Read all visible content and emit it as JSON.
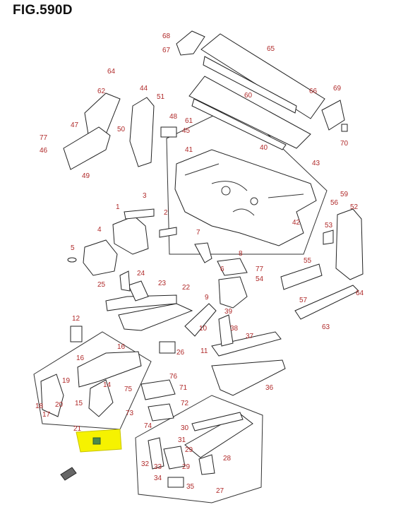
{
  "title": "FIG.590D",
  "colors": {
    "label": "#b02a2a",
    "highlight": "#f6f200",
    "line": "#222222"
  },
  "labels": {
    "n1": "1",
    "n2": "2",
    "n3": "3",
    "n4": "4",
    "n5": "5",
    "n6": "6",
    "n7": "7",
    "n8": "8",
    "n9": "9",
    "n10": "10",
    "n11": "11",
    "n12": "12",
    "n14": "14",
    "n15": "15",
    "n16": "16",
    "n17": "17",
    "n18": "18",
    "n19": "19",
    "n20": "20",
    "n21": "21",
    "n22": "22",
    "n23": "23",
    "n24": "24",
    "n25": "25",
    "n26": "26",
    "n27": "27",
    "n28": "28",
    "n29": "29",
    "n30": "30",
    "n31": "31",
    "n32": "32",
    "n33": "33",
    "n34": "34",
    "n35": "35",
    "n36": "36",
    "n37": "37",
    "n38": "38",
    "n39": "39",
    "n40": "40",
    "n41": "41",
    "n42": "42",
    "n43": "43",
    "n44": "44",
    "n45": "45",
    "n46": "46",
    "n47": "47",
    "n48": "48",
    "n49": "49",
    "n50": "50",
    "n51": "51",
    "n52": "52",
    "n53": "53",
    "n54": "54",
    "n55": "55",
    "n56": "56",
    "n57": "57",
    "n59": "59",
    "n60": "60",
    "n61": "61",
    "n62": "62",
    "n63": "63",
    "n64a": "64",
    "n64b": "64",
    "n65": "65",
    "n66": "66",
    "n67": "67",
    "n68": "68",
    "n69": "69",
    "n70": "70",
    "n71": "71",
    "n72": "72",
    "n73": "73",
    "n74": "74",
    "n75": "75",
    "n76": "76",
    "n77a": "77",
    "n77b": "77"
  }
}
